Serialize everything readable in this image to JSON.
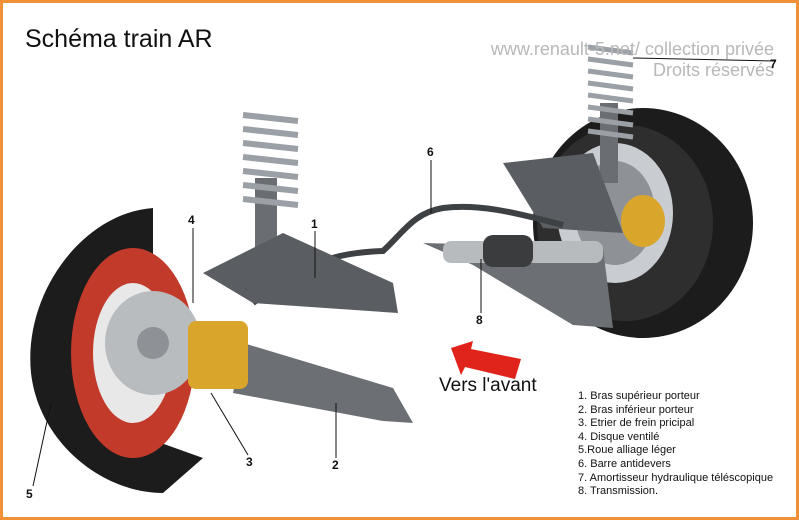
{
  "title": "Schéma train AR",
  "watermark": {
    "line1": "www.renault-5.net/ collection privée",
    "line2": "Droits réservés"
  },
  "front_label": "Vers l'avant",
  "callouts": {
    "c1": "1",
    "c2": "2",
    "c3": "3",
    "c4": "4",
    "c5": "5",
    "c6": "6",
    "c7": "7",
    "c8": "8"
  },
  "legend": [
    "1. Bras supérieur porteur",
    "2. Bras inférieur porteur",
    "3. Etrier de frein pricipal",
    "4. Disque ventilé",
    "5.Roue alliage léger",
    "6. Barre antidevers",
    "7. Amortisseur hydraulique téléscopique",
    "8. Transmission."
  ],
  "colors": {
    "frame": "#f0913a",
    "tyre": "#1c1c1c",
    "rim": "#c23a2a",
    "caliper": "#d9a52a",
    "arrow": "#e0241b",
    "metal": "#8e9296"
  }
}
